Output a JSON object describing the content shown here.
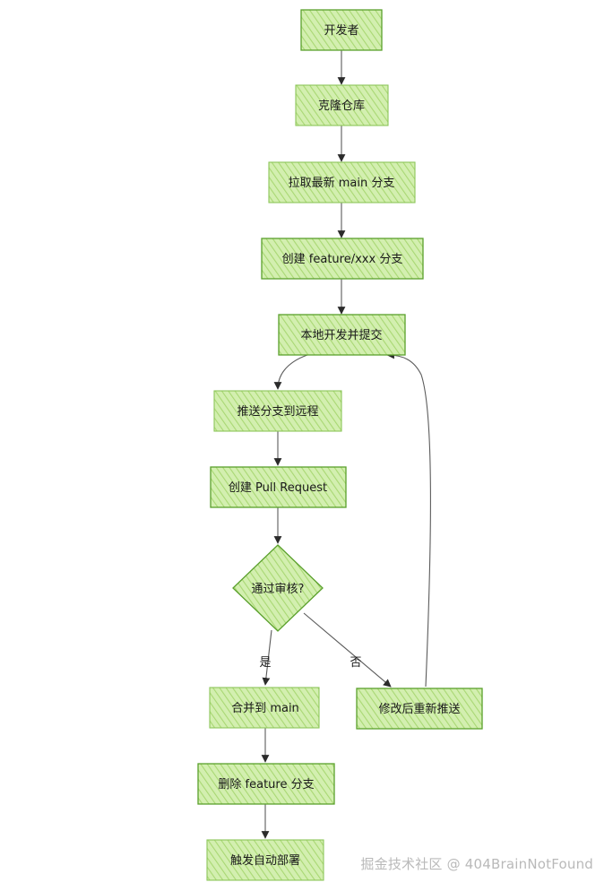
{
  "nodes": {
    "developer": "开发者",
    "clone": "克隆仓库",
    "pull_main": "拉取最新 main 分支",
    "create_feature": "创建 feature/xxx 分支",
    "local_dev": "本地开发并提交",
    "push_remote": "推送分支到远程",
    "create_pr": "创建 Pull Request",
    "review": "通过审核?",
    "merge_main": "合并到 main",
    "fix_push": "修改后重新推送",
    "delete_feature": "删除 feature 分支",
    "deploy": "触发自动部署"
  },
  "edges": {
    "yes": "是",
    "no": "否"
  },
  "watermark": "掘金技术社区 @ 404BrainNotFound",
  "colors": {
    "node_fill": "#c6e89a",
    "node_hatch": "#a4d468",
    "node_stroke": "#5aa02c",
    "edge": "#555555"
  }
}
